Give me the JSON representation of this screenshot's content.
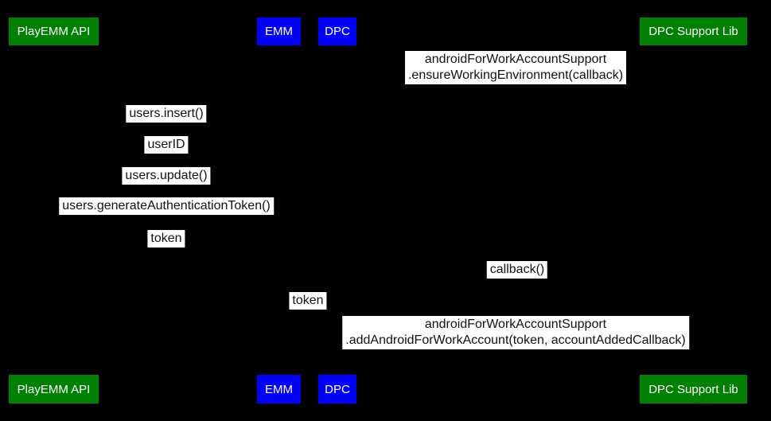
{
  "diagram": {
    "type": "sequence-diagram",
    "background_color": "#000000",
    "message_label": {
      "bg_color": "#ffffff",
      "text_color": "#111111"
    },
    "actor_text_color": "#ffffff",
    "actor_colors": {
      "green": "#008000",
      "blue": "#0000ff"
    },
    "actors": [
      {
        "label": "PlayEMM API",
        "color": "#008000"
      },
      {
        "label": "EMM",
        "color": "#0000ff"
      },
      {
        "label": "DPC",
        "color": "#0000ff"
      },
      {
        "label": "DPC Support Lib",
        "color": "#008000"
      }
    ],
    "messages": [
      {
        "lines": [
          "androidForWorkAccountSupport",
          ".ensureWorkingEnvironment(callback)"
        ]
      },
      {
        "lines": [
          "users.insert()"
        ]
      },
      {
        "lines": [
          "userID"
        ]
      },
      {
        "lines": [
          "users.update()"
        ]
      },
      {
        "lines": [
          "users.generateAuthenticationToken()"
        ]
      },
      {
        "lines": [
          "token"
        ]
      },
      {
        "lines": [
          "callback()"
        ]
      },
      {
        "lines": [
          "token"
        ]
      },
      {
        "lines": [
          "androidForWorkAccountSupport",
          ".addAndroidForWorkAccount(token, accountAddedCallback)"
        ]
      }
    ]
  }
}
